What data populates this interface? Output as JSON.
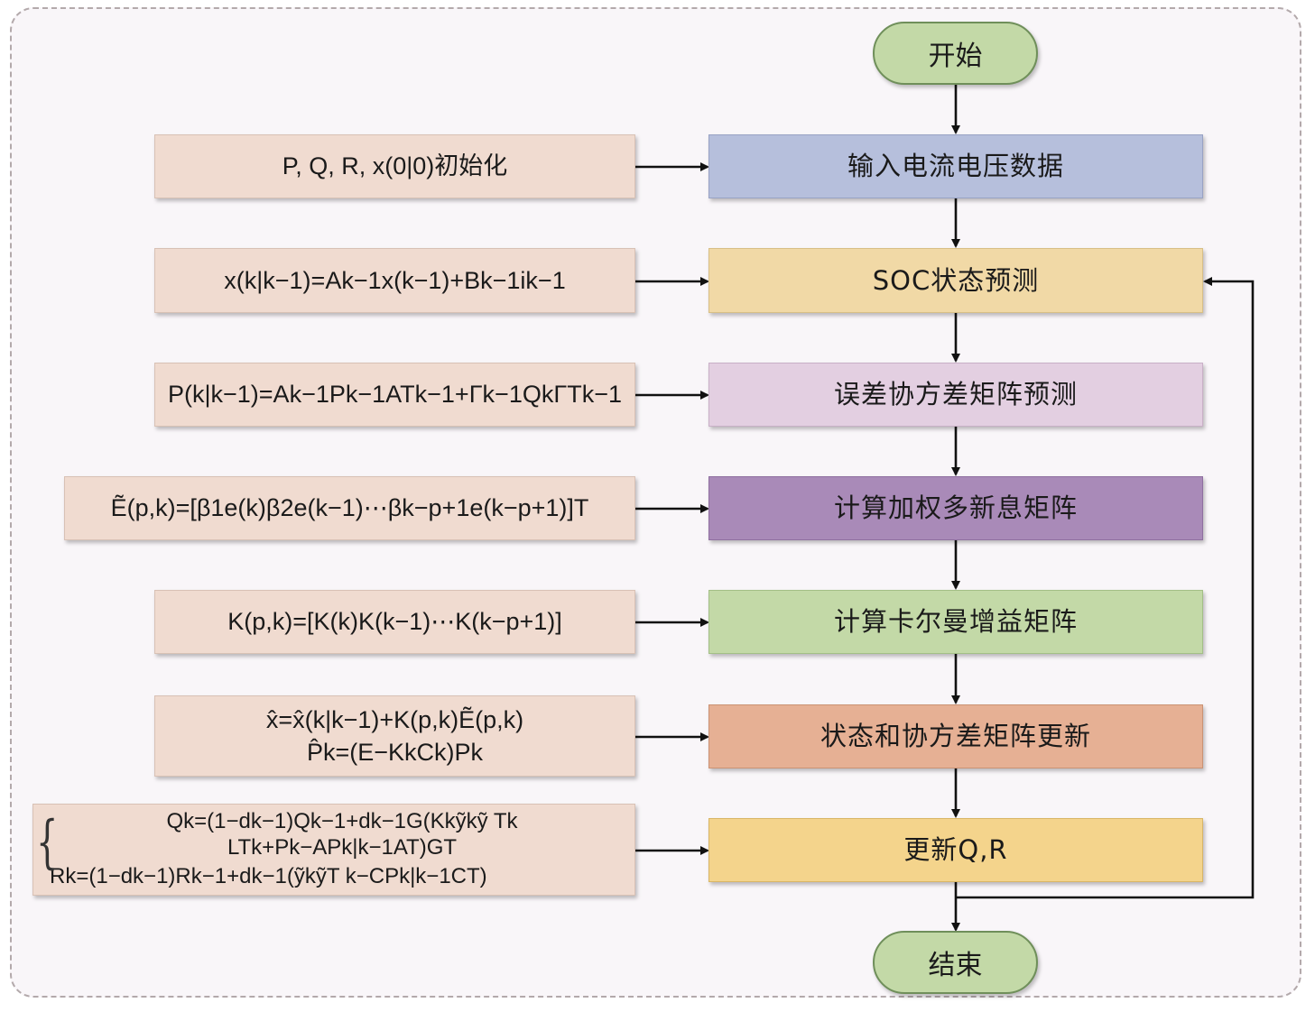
{
  "start": "开始",
  "end": "结束",
  "steps": [
    "输入电流电压数据",
    "SOC状态预测",
    "误差协方差矩阵预测",
    "计算加权多新息矩阵",
    "计算卡尔曼增益矩阵",
    "状态和协方差矩阵更新",
    "更新Q,R"
  ],
  "formulas": {
    "init": "P, Q, R, x(0|0)初始化",
    "state_prediction": "x(k|k−1)=Ak−1x(k−1)+Bk−1ik−1",
    "covariance_prediction": "P(k|k−1)=Ak−1Pk−1ATk−1+Γk−1QkΓTk−1",
    "weighted_innovation": "Ẽ(p,k)=[β1e(k)β2e(k−1)⋯βk−p+1e(k−p+1)]T",
    "kalman_gain": "K(p,k)=[K(k)K(k−1)⋯K(k−p+1)]",
    "state_update_1": "x̂=x̂(k|k−1)+K(p,k)Ẽ(p,k)",
    "state_update_2": "P̂k=(E−KkCk)Pk",
    "noise_update_q": "Qk=(1−dk−1)Qk−1+dk−1G(Kkỹkỹ Tk LTk+Pk−APk|k−1AT)GT",
    "noise_update_r": "Rk=(1−dk−1)Rk−1+dk−1(ỹkỹT k−CPk|k−1CT)"
  },
  "colors": {
    "terminal": "#c3d9a7",
    "input": "#b6bfdc",
    "soc": "#f1d9a6",
    "cov": "#e3cfe1",
    "innov": "#a98ab8",
    "gain": "#c3d9a7",
    "update": "#e6b094",
    "qr": "#f4d48c",
    "formula": "#f0dbd0"
  }
}
